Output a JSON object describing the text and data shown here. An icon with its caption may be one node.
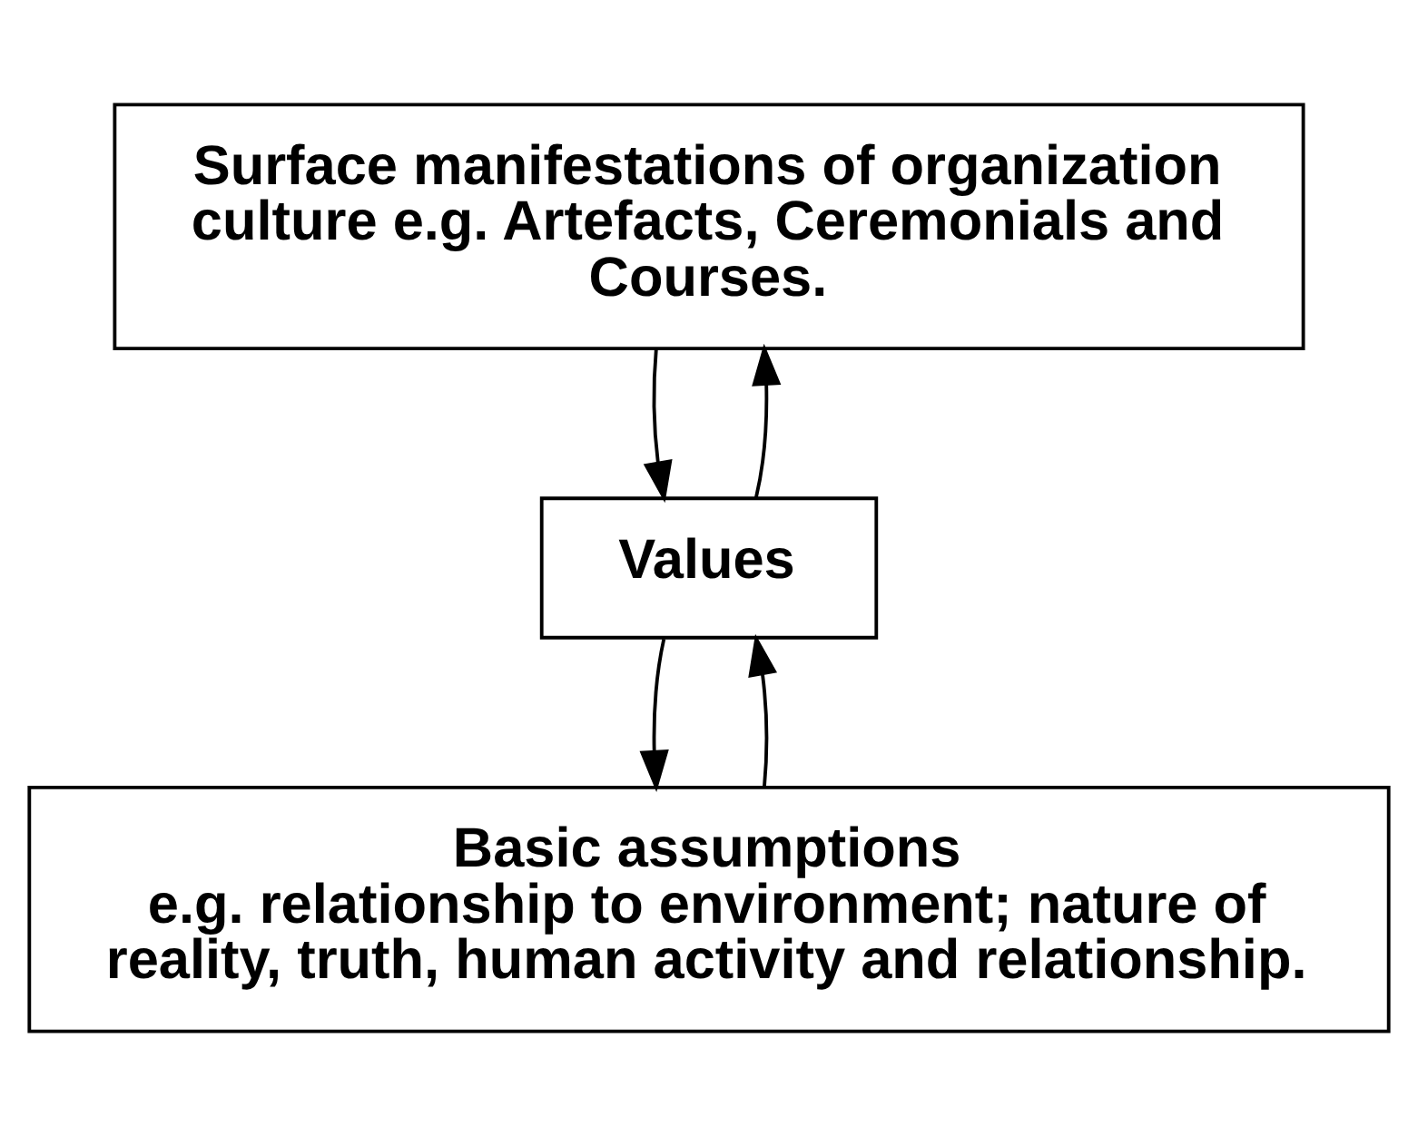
{
  "diagram": {
    "nodes": [
      {
        "text": [
          "Surface manifestations of organization culture e.g. Artefacts, Ceremonials and Courses."
        ]
      },
      {
        "text": [
          "Values"
        ]
      },
      {
        "text": [
          "Basic assumptions",
          "e.g. relationship to environment; nature of reality, truth, human activity and relationship."
        ]
      }
    ],
    "edges": [
      {
        "from": 0,
        "to": 1,
        "arrow": "to"
      },
      {
        "from": 1,
        "to": 0,
        "arrow": "to"
      },
      {
        "from": 1,
        "to": 2,
        "arrow": "to"
      },
      {
        "from": 2,
        "to": 1,
        "arrow": "to"
      }
    ]
  }
}
